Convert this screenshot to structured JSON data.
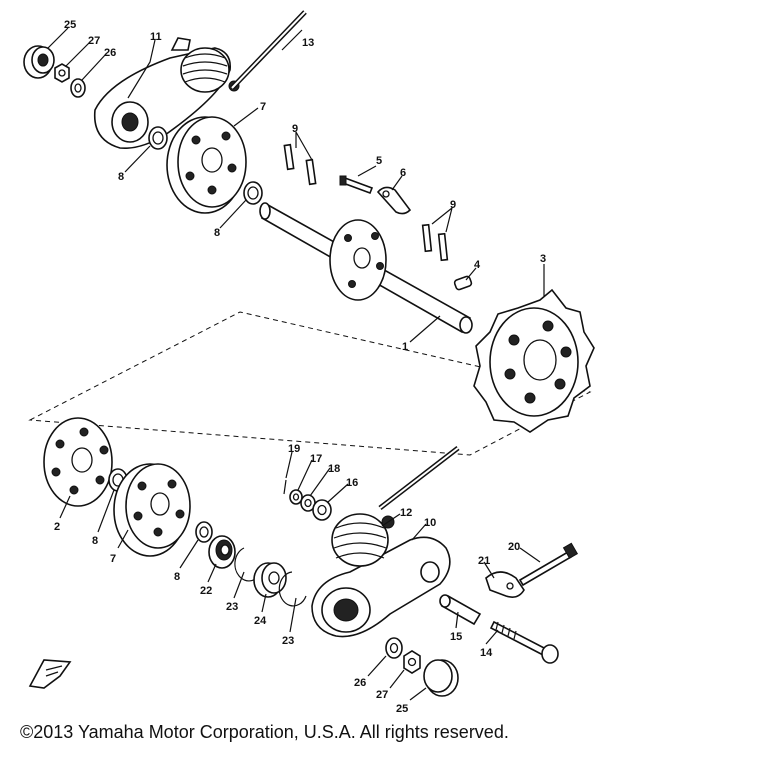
{
  "copyright": "©2013 Yamaha Motor Corporation, U.S.A. All rights reserved.",
  "callouts": {
    "c25a": "25",
    "c27a": "27",
    "c26a": "26",
    "c11": "11",
    "c13": "13",
    "c7a": "7",
    "c9a": "9",
    "c8a": "8",
    "c8b": "8",
    "c5": "5",
    "c6": "6",
    "c9b": "9",
    "c4": "4",
    "c3": "3",
    "c1": "1",
    "c19": "19",
    "c17": "17",
    "c18": "18",
    "c16": "16",
    "c12": "12",
    "c10": "10",
    "c2": "2",
    "c8c": "8",
    "c7b": "7",
    "c8d": "8",
    "c22": "22",
    "c23a": "23",
    "c24": "24",
    "c23b": "23",
    "c21": "21",
    "c20": "20",
    "c15": "15",
    "c14": "14",
    "c26b": "26",
    "c27b": "27",
    "c25b": "25"
  }
}
